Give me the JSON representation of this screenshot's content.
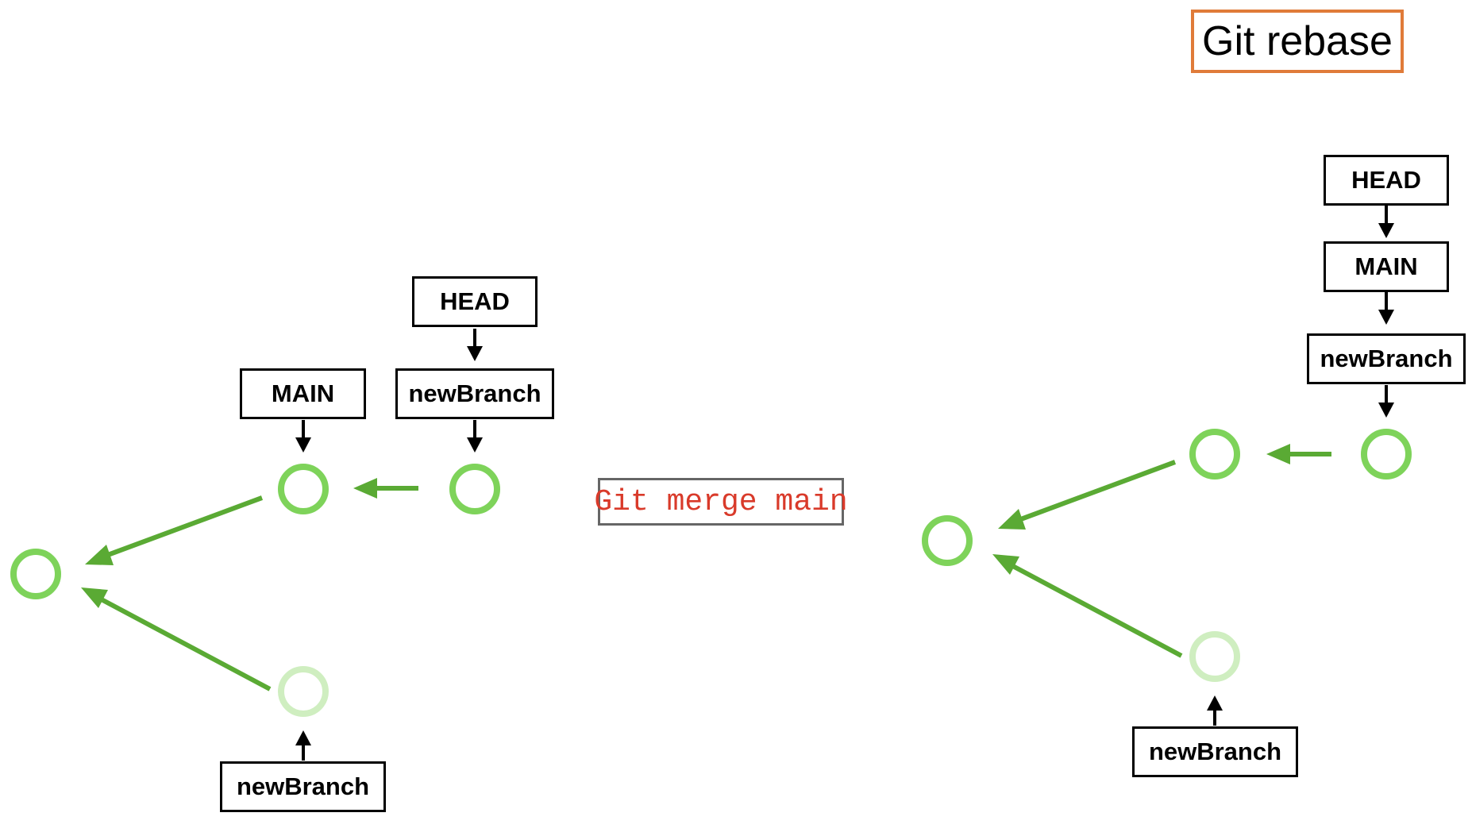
{
  "title": "Git rebase",
  "command": "Git merge main",
  "colors": {
    "commit_strong": "#7ed35a",
    "commit_faded": "#cfeec0",
    "arrow_green": "#5aaa34",
    "pointer_arrow": "#000000",
    "title_border": "#e07b39",
    "command_text": "#d93a2a",
    "command_border": "#666666"
  },
  "merge_diagram": {
    "labels": {
      "head": "HEAD",
      "main": "MAIN",
      "new_branch_top": "newBranch",
      "new_branch_bottom": "newBranch"
    }
  },
  "rebase_diagram": {
    "labels": {
      "head": "HEAD",
      "main": "MAIN",
      "new_branch_top": "newBranch",
      "new_branch_bottom": "newBranch"
    }
  }
}
